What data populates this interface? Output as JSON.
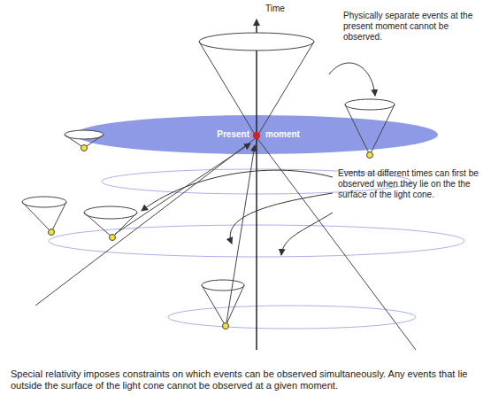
{
  "diagram": {
    "caption": "Special relativity imposes constraints on which events can be observed simultaneously. Any events that lie outside the surface of the light cone cannot be observed at a given moment.",
    "labels": [
      "Time",
      "Physically separate events at the present moment cannot be observed.",
      "Present",
      "moment",
      "Events at different times can first be observed when they lie on the the surface of the light cone."
    ]
  }
}
